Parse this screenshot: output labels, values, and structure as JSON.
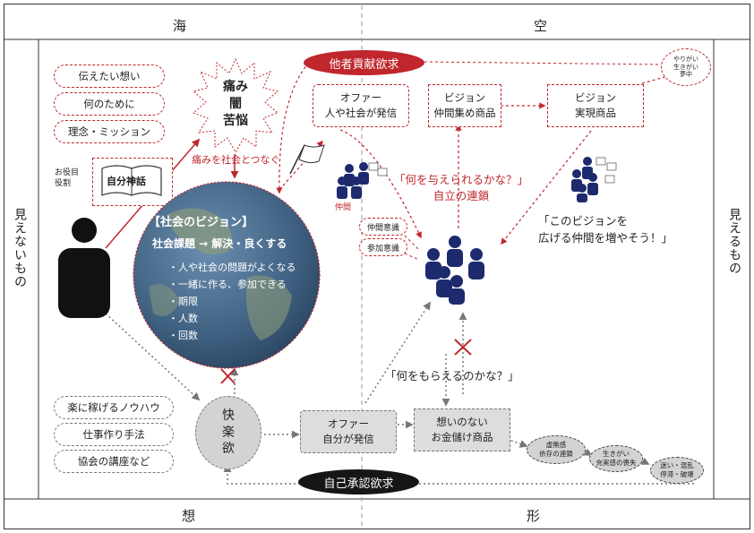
{
  "headers": {
    "top_left": "海",
    "top_right": "空",
    "bottom_left": "想",
    "bottom_right": "形",
    "left_side": "見えないもの",
    "right_side": "見えるもの"
  },
  "left_pills": {
    "thoughts": [
      "伝えたい想い",
      "何のために",
      "理念・ミッション"
    ],
    "methods": [
      "楽に稼げるノウハウ",
      "仕事作り手法",
      "協会の講座など"
    ]
  },
  "pain": {
    "lines": [
      "痛み",
      "闇",
      "苦悩"
    ],
    "caption": "痛みを社会とつなぐ"
  },
  "role": {
    "label_lines": [
      "お役目",
      "役割"
    ],
    "book_label": "自分神話"
  },
  "globe": {
    "title": "【社会のビジョン】",
    "subtitle": "社会課題 → 解決・良くする",
    "items": [
      "・人や社会の問題がよくなる",
      "・一緒に作る、参加できる",
      "・期限",
      "・人数",
      "・回数"
    ]
  },
  "desire_other": "他者貢献欲求",
  "desire_self": "自己承認欲求",
  "offer_top": {
    "line1": "オファー",
    "line2": "人や社会が発信"
  },
  "vision1": {
    "line1": "ビジョン",
    "line2": "仲間集め商品"
  },
  "vision2": {
    "line1": "ビジョン",
    "line2": "実現商品"
  },
  "dream_bubble": [
    "やりがい",
    "生きがい",
    "夢中"
  ],
  "question_give": {
    "line1": "「何を与えられるかな？」",
    "line2": "自立の連鎖"
  },
  "spread_text": {
    "line1": "「このビジョンを",
    "line2": "広げる仲間を増やそう！」"
  },
  "companion_label": "仲間",
  "awareness": [
    "仲間意識",
    "参加意識"
  ],
  "question_get": "「何をもらえるのかな？」",
  "pleasure": [
    "快",
    "楽",
    "欲"
  ],
  "offer_bottom": {
    "line1": "オファー",
    "line2": "自分が発信"
  },
  "product_bottom": {
    "line1": "想いのない",
    "line2": "お金儲け商品"
  },
  "chain_ovals": [
    [
      "虚無感",
      "依存の連鎖"
    ],
    [
      "生きがい",
      "充実感の喪失"
    ],
    [
      "迷い・混乱",
      "停滞・破壊"
    ]
  ],
  "colors": {
    "accent_red": "#c0272d",
    "dark": "#161616",
    "people_blue": "#1d2a6e",
    "gray": "#d3d3d3"
  }
}
